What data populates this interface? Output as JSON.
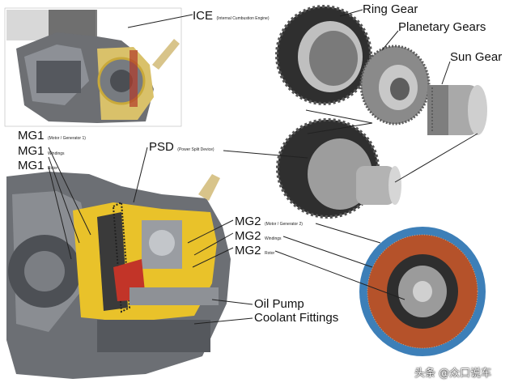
{
  "labels": {
    "ice": {
      "name": "ICE",
      "detail": "(Internal Cumbustion Engine)"
    },
    "ring_gear": "Ring Gear",
    "planetary_gears": "Planetary Gears",
    "sun_gear": "Sun Gear",
    "mg1": [
      {
        "name": "MG1",
        "detail": "(Motor / Generator 1)"
      },
      {
        "name": "MG1",
        "detail": "Windings"
      },
      {
        "name": "MG1",
        "detail": "Rotor"
      }
    ],
    "psd": {
      "name": "PSD",
      "detail": "(Power Split Device)"
    },
    "mg2": [
      {
        "name": "MG2",
        "detail": "(Motor / Generator 2)"
      },
      {
        "name": "MG2",
        "detail": "Windings"
      },
      {
        "name": "MG2",
        "detail": "Rotor"
      }
    ],
    "oil_pump": "Oil Pump",
    "coolant_fittings": "Coolant Fittings"
  },
  "watermark": "头条 @众口说车",
  "colors": {
    "housing_yellow": "#e9c22a",
    "copper_windings": "#b5522a",
    "motor_blue": "#3d7fb8",
    "gear_dark": "#3a3a3a"
  }
}
